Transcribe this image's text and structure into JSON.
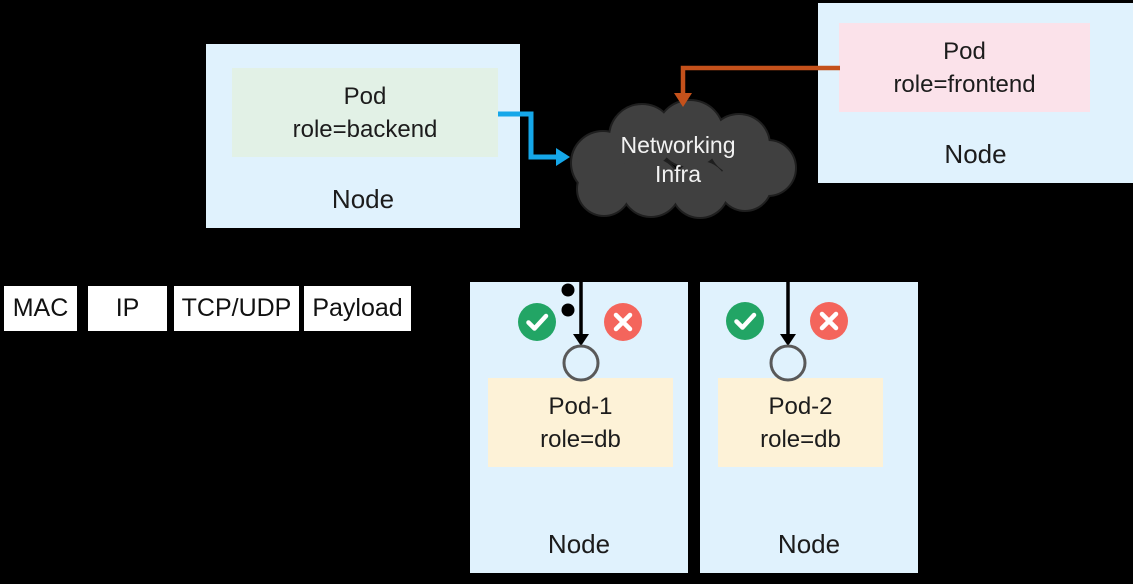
{
  "backend_node": {
    "pod_title": "Pod",
    "pod_label": "role=backend",
    "node_label": "Node"
  },
  "frontend_node": {
    "pod_title": "Pod",
    "pod_label": "role=frontend",
    "node_label": "Node"
  },
  "cloud": {
    "line1": "Networking",
    "line2": "Infra"
  },
  "packet": {
    "segments": [
      "MAC",
      "IP",
      "TCP/UDP",
      "Payload"
    ]
  },
  "db_node_1": {
    "pod_title": "Pod-1",
    "pod_label": "role=db",
    "node_label": "Node"
  },
  "db_node_2": {
    "pod_title": "Pod-2",
    "pod_label": "role=db",
    "node_label": "Node"
  },
  "icons": {
    "allow": "check-icon",
    "deny": "x-icon",
    "flow": "arrow-icon",
    "ellipsis": "packet-flow-dots"
  },
  "colors": {
    "node_fill": "#e0f2fd",
    "pod_backend_fill": "#e2f1e6",
    "pod_frontend_fill": "#fbe2ea",
    "pod_db_fill": "#fdf2d7",
    "packet_fill": "#ffffff",
    "cloud_fill": "#404040",
    "cloud_stroke": "#1f1f1f",
    "allow_green": "#22a565",
    "deny_red": "#f4655c",
    "flow_blue": "#15a7e9",
    "flow_orange": "#c4511b",
    "text_dark": "#1c1c1c"
  }
}
